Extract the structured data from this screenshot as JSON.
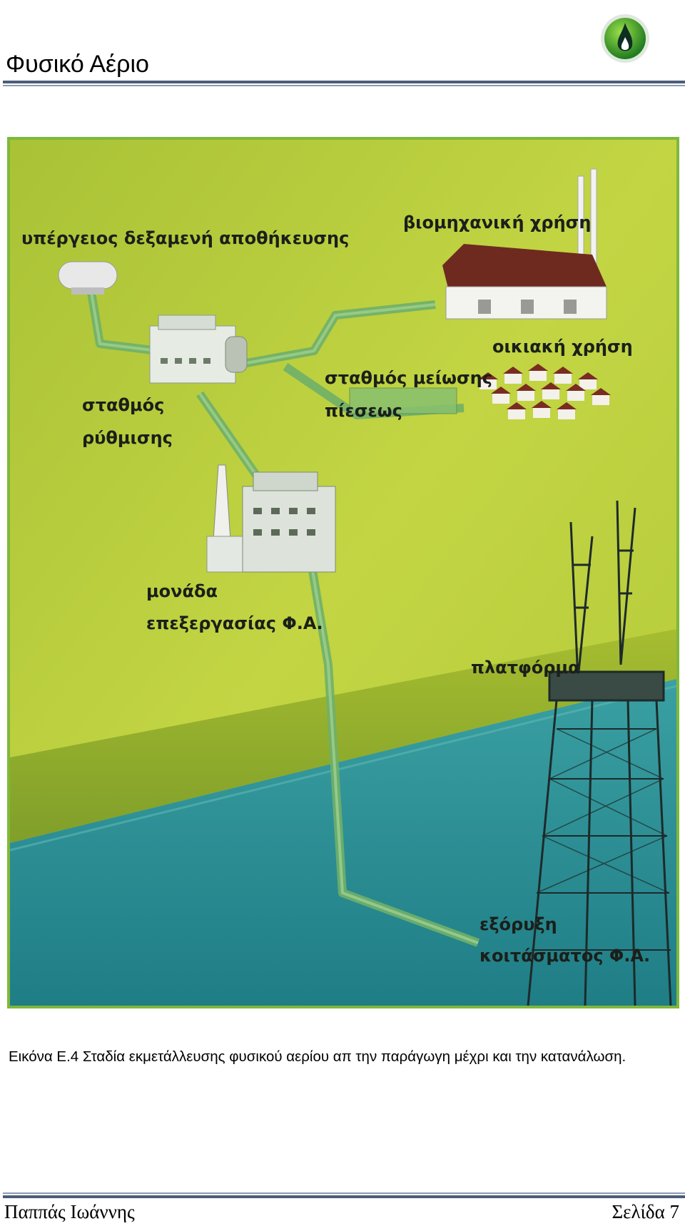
{
  "header": {
    "title": "Φυσικό Αέριο",
    "logo_icon": "gas-flame-leaf-icon"
  },
  "figure": {
    "labels": {
      "storage": "υπέργειος δεξαμενή αποθήκευσης",
      "industrial": "βιομηχανική χρήση",
      "domestic": "οικιακή χρήση",
      "pressure_line1": "σταθμός μείωσης",
      "pressure_line2": "πίεσεως",
      "regulation_line1": "σταθμός",
      "regulation_line2": "ρύθμισης",
      "processing_line1": "μονάδα",
      "processing_line2": "επεξεργασίας Φ.Α.",
      "platform": "πλατφόρμα",
      "extraction_line1": "εξόρυξη",
      "extraction_line2": "κοιτάσματος Φ.Α."
    }
  },
  "caption": "Εικόνα Ε.4 Σταδία εκμετάλλευσης φυσικού αερίου απ την παράγωγη μέχρι και την κατανάλωση.",
  "footer": {
    "author": "Παππάς Ιωάννης",
    "page": "Σελίδα 7"
  },
  "colors": {
    "rule": "#4a5d79",
    "land": "#b7cc3a",
    "sea": "#2a8c91",
    "pipe": "#5fa86a"
  }
}
